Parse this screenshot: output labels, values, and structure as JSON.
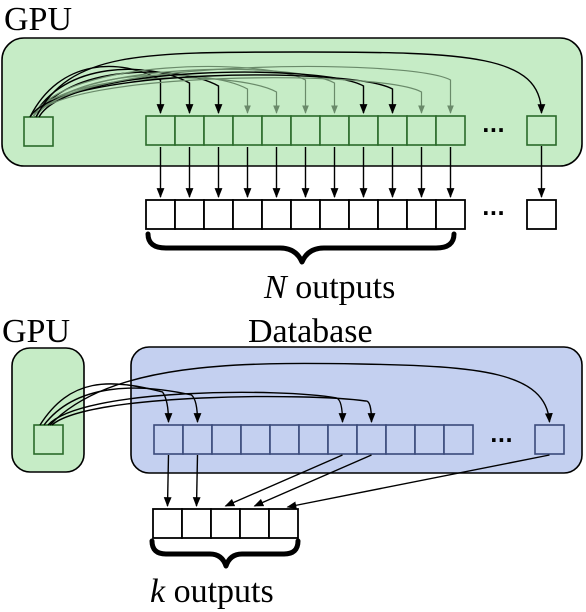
{
  "top": {
    "region_label": "GPU",
    "ellipsis": "···",
    "outputs_var": "N",
    "outputs_word": " outputs"
  },
  "bottom": {
    "gpu_label": "GPU",
    "database_label": "Database",
    "ellipsis": "···",
    "outputs_var": "k",
    "outputs_word": " outputs"
  },
  "colors": {
    "gpu_fill": "#c6ecc6",
    "gpu_stroke": "#2a6a2a",
    "database_fill": "#c4d0f0",
    "database_stroke": "#3a4a7a"
  }
}
